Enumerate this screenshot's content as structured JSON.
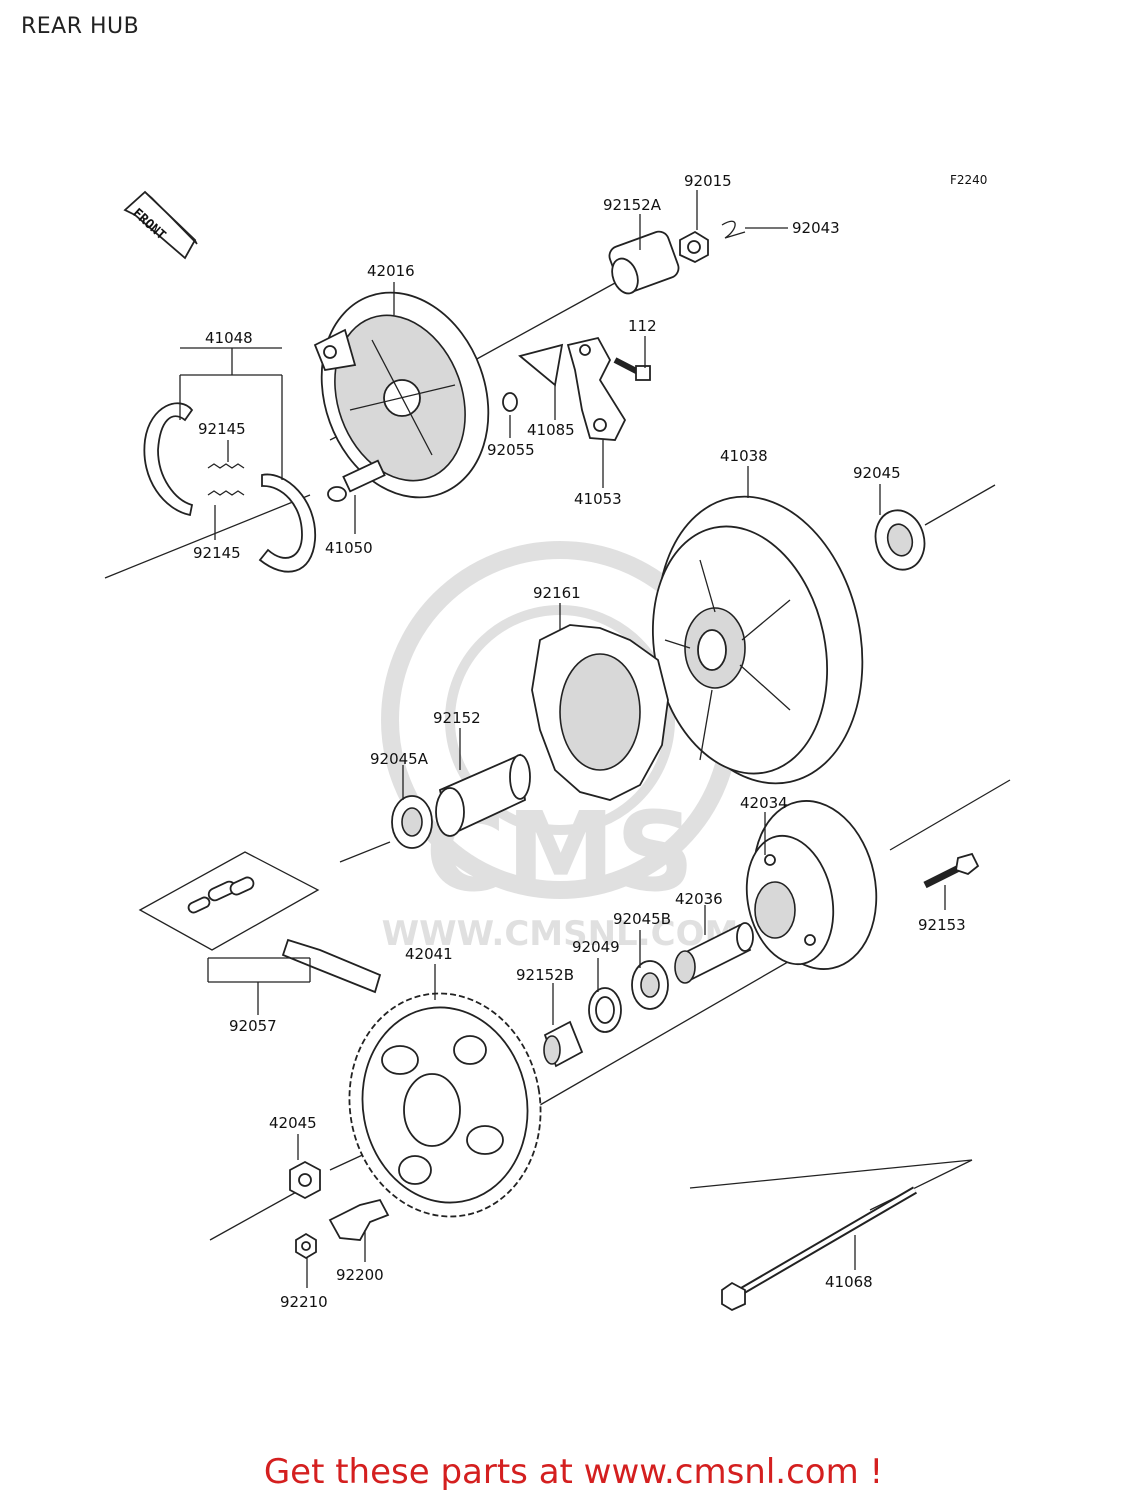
{
  "page": {
    "title": "REAR HUB",
    "figure_code": "F2240",
    "front_badge": "FRONT",
    "watermark_text": "CMS",
    "watermark_url": "WWW.CMSNL.COM",
    "footer_cta": "Get these parts at www.cmsnl.com !"
  },
  "labels": {
    "p92015": "92015",
    "p92152A": "92152A",
    "p92043": "92043",
    "p42016": "42016",
    "p112": "112",
    "p41048": "41048",
    "p41085": "41085",
    "p92055": "92055",
    "p92145a": "92145",
    "p41053": "41053",
    "p41038": "41038",
    "p92045": "92045",
    "p92145b": "92145",
    "p41050": "41050",
    "p92161": "92161",
    "p92152": "92152",
    "p92045A": "92045A",
    "p42034": "42034",
    "p42036": "42036",
    "p92153": "92153",
    "p92045B": "92045B",
    "p92049": "92049",
    "p42041": "42041",
    "p92152B": "92152B",
    "p92057": "92057",
    "p42045": "42045",
    "p92200": "92200",
    "p92210": "92210",
    "p41068": "41068"
  }
}
